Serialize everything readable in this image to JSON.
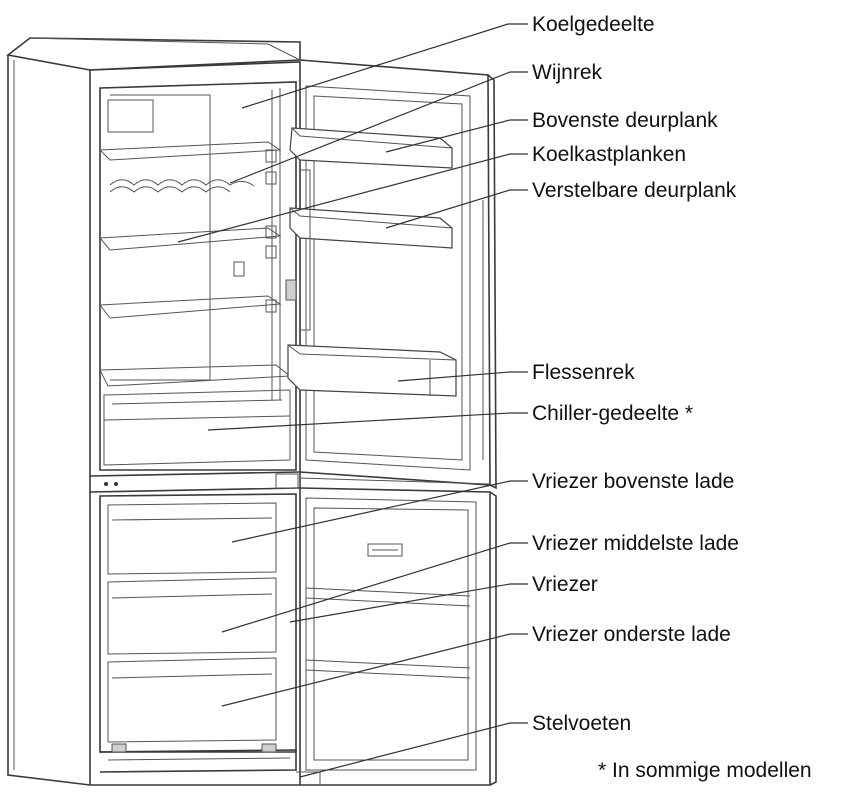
{
  "labels": [
    {
      "id": "koelgedeelte",
      "text": "Koelgedeelte"
    },
    {
      "id": "wijnrek",
      "text": "Wijnrek"
    },
    {
      "id": "bovenste-deurplank",
      "text": "Bovenste deurplank"
    },
    {
      "id": "koelkastplanken",
      "text": "Koelkastplanken"
    },
    {
      "id": "verstelbare-deurplank",
      "text": "Verstelbare deurplank"
    },
    {
      "id": "flessenrek",
      "text": "Flessenrek"
    },
    {
      "id": "chiller-gedeelte",
      "text": "Chiller-gedeelte *"
    },
    {
      "id": "vriezer-bovenste-lade",
      "text": "Vriezer bovenste lade"
    },
    {
      "id": "vriezer-middelste-lade",
      "text": "Vriezer middelste lade"
    },
    {
      "id": "vriezer",
      "text": "Vriezer"
    },
    {
      "id": "vriezer-onderste-lade",
      "text": "Vriezer onderste lade"
    },
    {
      "id": "stelvoeten",
      "text": "Stelvoeten"
    }
  ],
  "footnote": "* In sommige modellen",
  "colors": {
    "line": "#333333",
    "text": "#111111",
    "background": "#ffffff"
  }
}
